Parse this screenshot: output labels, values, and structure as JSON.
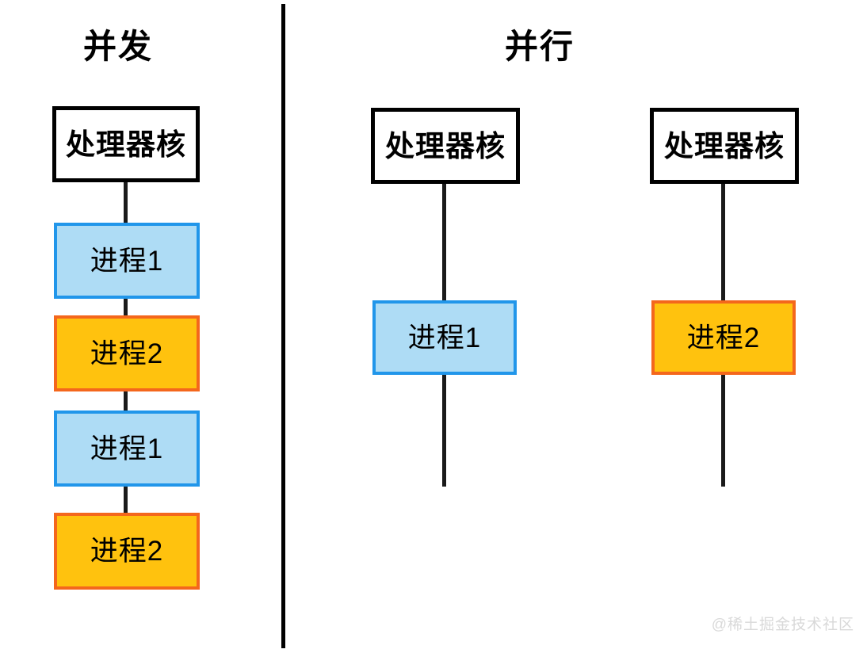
{
  "diagram": {
    "title_left": "并发",
    "title_right": "并行",
    "watermark": "@稀土掘金技术社区",
    "colors": {
      "blue_border": "#2196ea",
      "blue_fill": "#aedcf5",
      "orange_border": "#f4671c",
      "orange_fill": "#ffc20e",
      "black": "#000000",
      "background": "#ffffff",
      "watermark": "#d9d9d9"
    }
  },
  "concurrency_panel": {
    "title": "并发",
    "core": {
      "label": "处理器核"
    },
    "timeline": [
      {
        "label": "进程1",
        "style": "blue"
      },
      {
        "label": "进程2",
        "style": "orange"
      },
      {
        "label": "进程1",
        "style": "blue"
      },
      {
        "label": "进程2",
        "style": "orange"
      }
    ]
  },
  "parallel_panel": {
    "title": "并行",
    "cores": [
      {
        "core": {
          "label": "处理器核"
        },
        "timeline": [
          {
            "label": "进程1",
            "style": "blue"
          }
        ]
      },
      {
        "core": {
          "label": "处理器核"
        },
        "timeline": [
          {
            "label": "进程2",
            "style": "orange"
          }
        ]
      }
    ]
  }
}
